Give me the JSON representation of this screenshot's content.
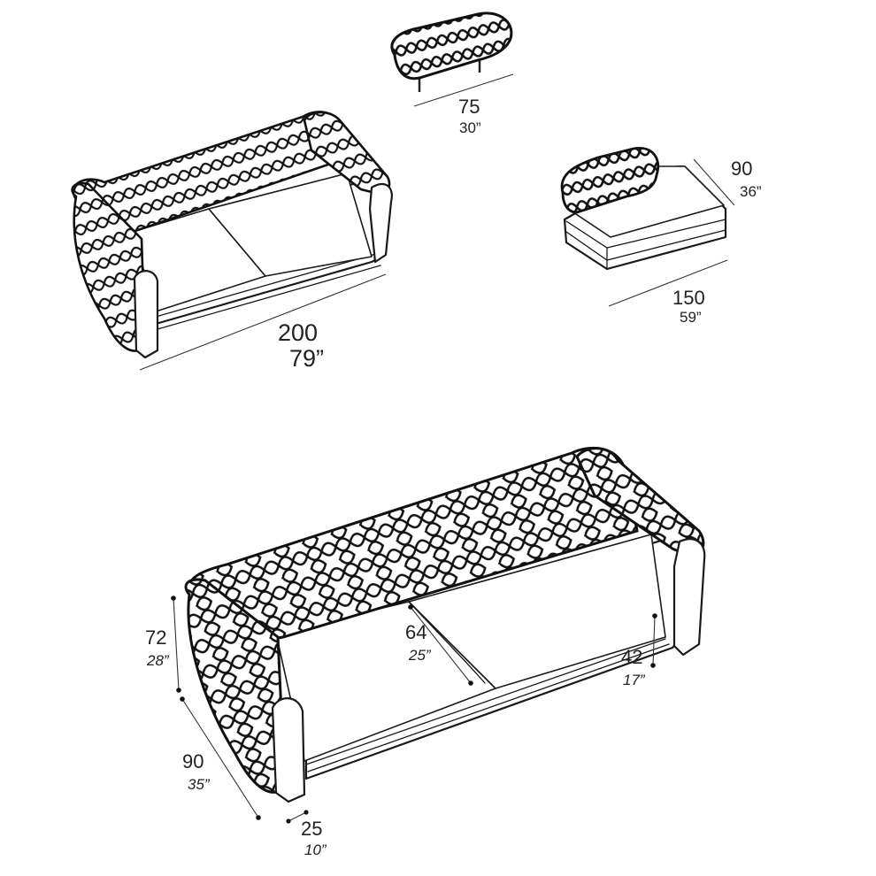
{
  "bench": {
    "width_cm": "75",
    "width_in": "30”"
  },
  "sofa_small": {
    "width_cm": "200",
    "width_in": "79”"
  },
  "ottoman": {
    "depth_cm": "90",
    "depth_in": "36”",
    "width_cm": "150",
    "width_in": "59”"
  },
  "sofa_large": {
    "height_cm": "72",
    "height_in": "28”",
    "depth_cm": "90",
    "depth_in": "35”",
    "arm_cm": "25",
    "arm_in": "10”",
    "seat_depth_cm": "64",
    "seat_depth_in": "25”",
    "seat_height_cm": "42",
    "seat_height_in": "17”"
  }
}
